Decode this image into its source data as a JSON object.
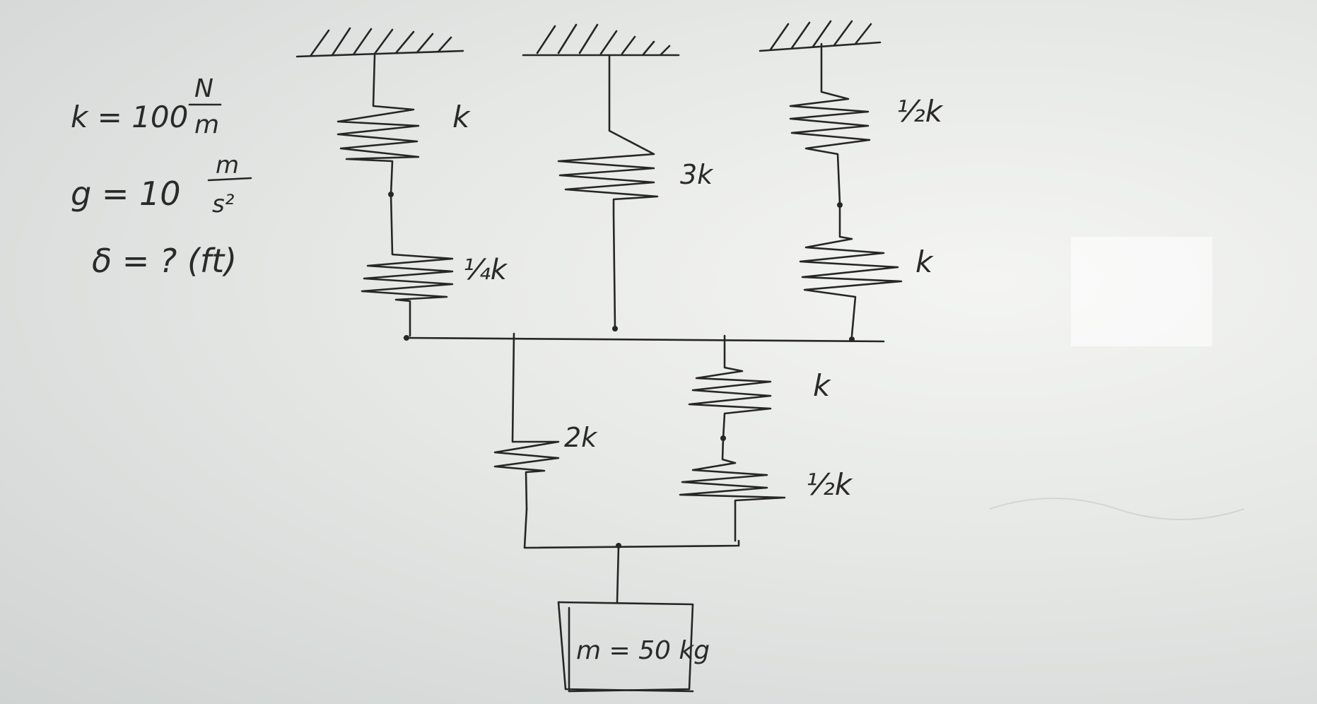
{
  "givens": {
    "k_line": "k = 100",
    "k_unit_num": "N",
    "k_unit_den": "m",
    "g_line": "g = 10",
    "g_unit_num": "m",
    "g_unit_den": "s²",
    "delta_line": "δ = ? (ft)"
  },
  "springs": {
    "top_left": "k",
    "mid_left": "¼k",
    "center": "3k",
    "top_right": "½k",
    "mid_right": "k",
    "lower_left": "2k",
    "lower_right_top": "k",
    "lower_right_bottom": "½k"
  },
  "mass": {
    "label": "m = 50 kg"
  },
  "colors": {
    "ink": "#262626",
    "board": "#e6e8e6"
  }
}
